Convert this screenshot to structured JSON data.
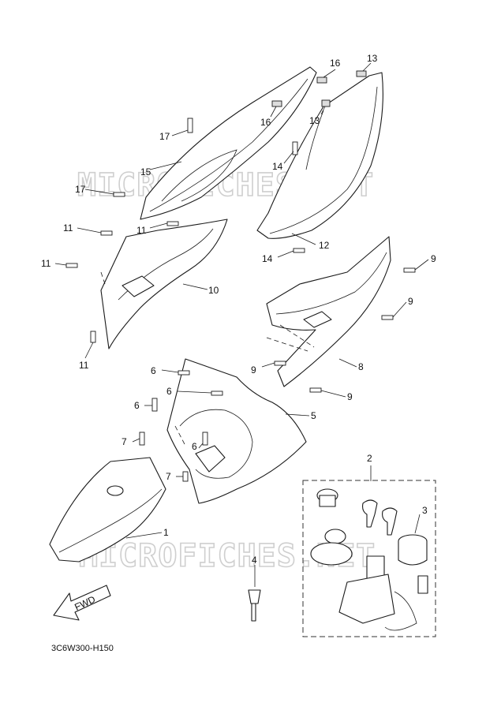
{
  "diagram": {
    "watermark": "MICROFICHES.NET",
    "part_code": "3C6W300-H150",
    "fwd_label": "FWD",
    "callouts": [
      "1",
      "2",
      "3",
      "4",
      "5",
      "6",
      "6",
      "6",
      "6",
      "7",
      "7",
      "8",
      "9",
      "9",
      "9",
      "9",
      "10",
      "11",
      "11",
      "11",
      "11",
      "12",
      "13",
      "13",
      "14",
      "14",
      "15",
      "16",
      "16",
      "17",
      "17"
    ]
  }
}
